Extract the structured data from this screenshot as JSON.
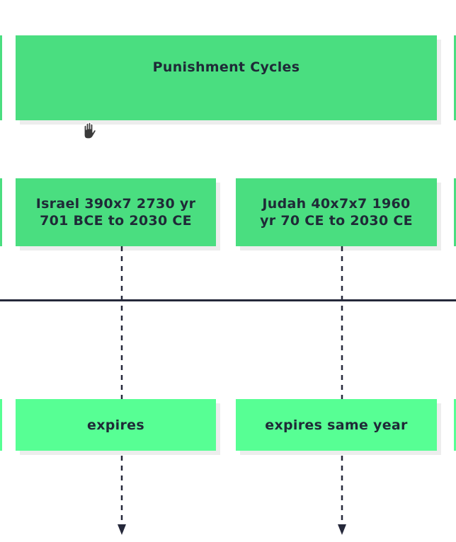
{
  "diagram": {
    "title_box": {
      "label": "Punishment Cycles"
    },
    "israel_box": {
      "label": "Israel 390x7 2730 yr\n701 BCE to 2030 CE"
    },
    "judah_box": {
      "label": "Judah 40x7x7 1960\nyr 70 CE to 2030 CE"
    },
    "israel_result": {
      "label": "expires"
    },
    "judah_result": {
      "label": "expires same year"
    }
  },
  "colors": {
    "primary_node": "#4ade80",
    "secondary_node": "#57ff94",
    "line": "#25283a",
    "text": "#1f2a37"
  },
  "icons": {
    "cursor": "hand-grab-icon",
    "arrowhead": "arrow-down-icon"
  }
}
